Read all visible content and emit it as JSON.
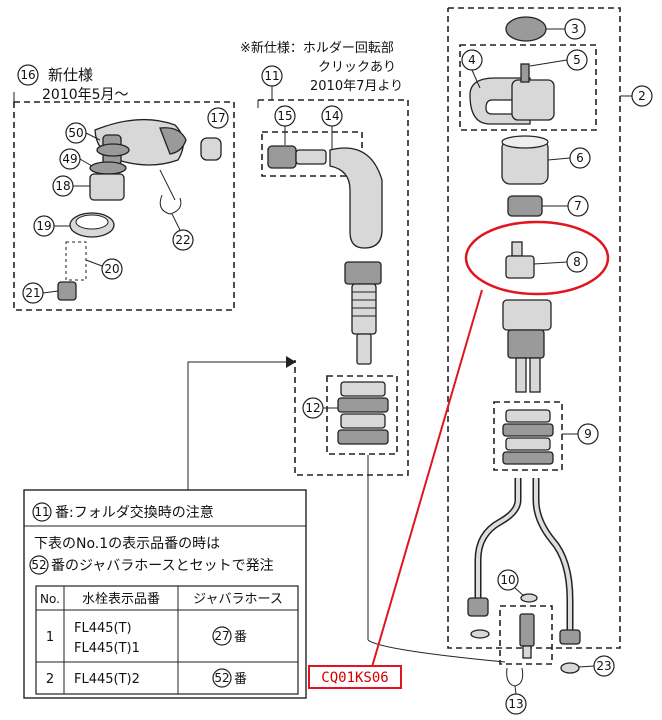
{
  "callouts": {
    "c2": "2",
    "c3": "3",
    "c4": "4",
    "c5": "5",
    "c6": "6",
    "c7": "7",
    "c8": "8",
    "c9": "9",
    "c10": "10",
    "c11": "11",
    "c12": "12",
    "c13": "13",
    "c14": "14",
    "c15": "15",
    "c16": "16",
    "c17": "17",
    "c18": "18",
    "c19": "19",
    "c20": "20",
    "c21": "21",
    "c22": "22",
    "c23": "23",
    "c49": "49",
    "c50": "50",
    "c27": "27",
    "c52": "52"
  },
  "labels": {
    "new_spec": "新仕様",
    "new_spec_date": "2010年5月～",
    "holder_note_line1": "※新仕様：ホルダー回転部",
    "holder_note_line2": "クリックあり",
    "holder_note_line3": "2010年7月より",
    "part_code": "CQ01KS06"
  },
  "notice": {
    "title_suffix": "番:フォルダ交換時の注意",
    "line1": "下表のNo.1の表示品番の時は",
    "line2_suffix": "番のジャバラホースとセットで発注",
    "headers": {
      "no": "No.",
      "model": "水栓表示品番",
      "hose": "ジャバラホース"
    },
    "rows": [
      {
        "no": "1",
        "model_a": "FL445(T)",
        "model_b": "FL445(T)1",
        "hose_suffix": "番"
      },
      {
        "no": "2",
        "model_a": "FL445(T)2",
        "hose_suffix": "番"
      }
    ]
  }
}
